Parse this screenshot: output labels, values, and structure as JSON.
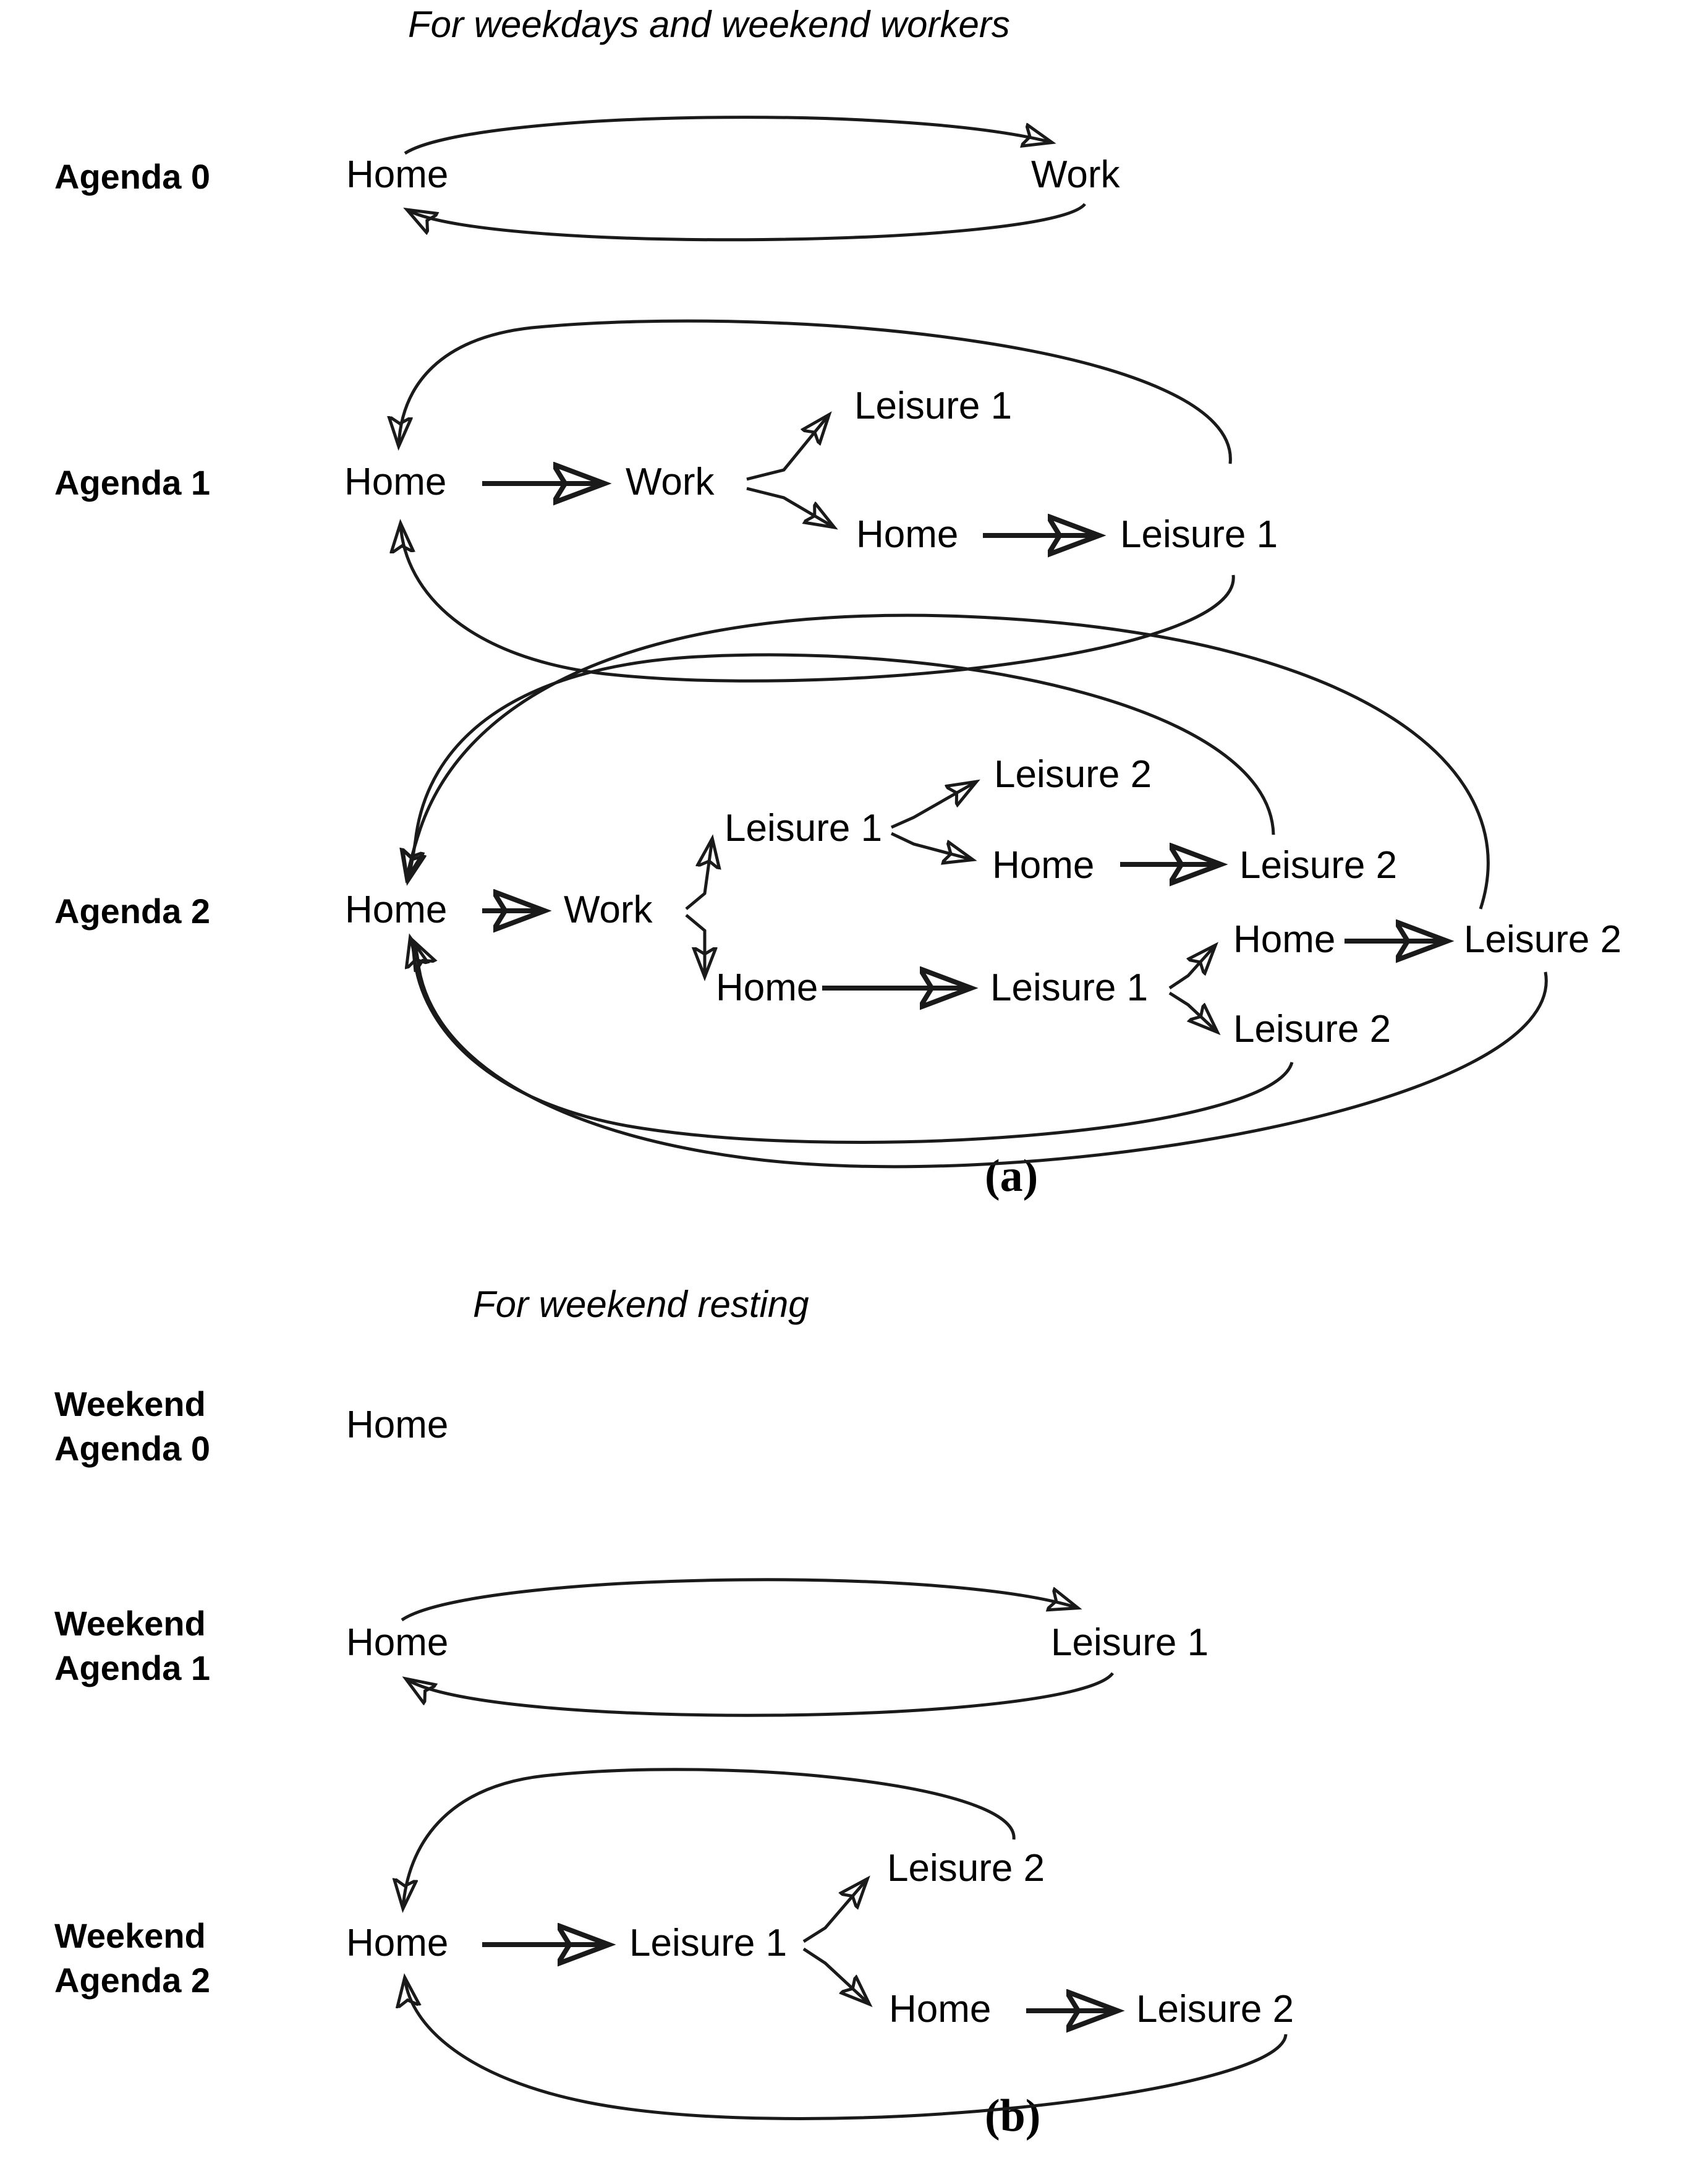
{
  "figure": {
    "panels": [
      {
        "id": "a",
        "label": "(a)",
        "title": "For weekdays and weekend workers",
        "rows": [
          {
            "label": "Agenda 0",
            "nodes": [
              "Home",
              "Work"
            ],
            "edges": [
              "Home -> Work",
              "Work -> Home"
            ]
          },
          {
            "label": "Agenda 1",
            "nodes": [
              "Home",
              "Work",
              "Leisure 1",
              "Home",
              "Leisure 1"
            ],
            "edges": [
              "Home -> Work",
              "Work -> Leisure 1",
              "Work -> Home",
              "Home -> Leisure 1",
              "Leisure 1 -> Home (return)",
              "Leisure 1 -> Home (return)"
            ]
          },
          {
            "label": "Agenda 2",
            "nodes": [
              "Home",
              "Work",
              "Leisure 1",
              "Leisure 2",
              "Home",
              "Leisure 2",
              "Home",
              "Leisure 1",
              "Home",
              "Leisure 2",
              "Leisure 2"
            ],
            "edges": [
              "Home -> Work",
              "Work -> Leisure 1",
              "Work -> Home",
              "Leisure 1 -> Leisure 2",
              "Leisure 1 -> Home",
              "Home -> Leisure 2",
              "Home -> Leisure 1",
              "Leisure 1 -> Home",
              "Leisure 1 -> Leisure 2",
              "Home -> Leisure 2",
              "Leisure 2 -> Home (return)",
              "Leisure 2 -> Home (return)",
              "Leisure 2 -> Home (return)",
              "Leisure 2 -> Home (return)"
            ]
          }
        ]
      },
      {
        "id": "b",
        "label": "(b)",
        "title": "For weekend resting",
        "rows": [
          {
            "label": "Weekend\nAgenda 0",
            "nodes": [
              "Home"
            ],
            "edges": []
          },
          {
            "label": "Weekend\nAgenda 1",
            "nodes": [
              "Home",
              "Leisure 1"
            ],
            "edges": [
              "Home -> Leisure 1",
              "Leisure 1 -> Home"
            ]
          },
          {
            "label": "Weekend\nAgenda 2",
            "nodes": [
              "Home",
              "Leisure 1",
              "Leisure 2",
              "Home",
              "Leisure 2"
            ],
            "edges": [
              "Home -> Leisure 1",
              "Leisure 1 -> Leisure 2",
              "Leisure 1 -> Home",
              "Home -> Leisure 2",
              "Leisure 2 -> Home (return)",
              "Leisure 2 -> Home (return)"
            ]
          }
        ]
      }
    ]
  },
  "titles": {
    "weekday": "For weekdays and weekend workers",
    "weekend": "For weekend resting"
  },
  "panel_labels": {
    "a": "(a)",
    "b": "(b)"
  },
  "row_labels": {
    "agenda0": "Agenda 0",
    "agenda1": "Agenda 1",
    "agenda2": "Agenda 2",
    "weekend0": "Weekend\nAgenda 0",
    "weekend1": "Weekend\nAgenda 1",
    "weekend2": "Weekend\nAgenda 2"
  },
  "node_labels": {
    "home": "Home",
    "work": "Work",
    "leisure1": "Leisure 1",
    "leisure2": "Leisure 2"
  },
  "a0": {
    "home": "Home",
    "work": "Work"
  },
  "a1": {
    "home": "Home",
    "work": "Work",
    "leisure1_top": "Leisure 1",
    "home_bot": "Home",
    "leisure1_bot": "Leisure 1"
  },
  "a2": {
    "home": "Home",
    "work": "Work",
    "leisure1_up": "Leisure 1",
    "leisure2_up": "Leisure 2",
    "home_up": "Home",
    "leisure2_up2": "Leisure 2",
    "home_low": "Home",
    "leisure1_low": "Leisure 1",
    "home_far": "Home",
    "leisure2_far": "Leisure 2",
    "leisure2_low": "Leisure 2"
  },
  "w0": {
    "home": "Home"
  },
  "w1": {
    "home": "Home",
    "leisure1": "Leisure 1"
  },
  "w2": {
    "home": "Home",
    "leisure1": "Leisure 1",
    "leisure2_top": "Leisure 2",
    "home_bot": "Home",
    "leisure2_bot": "Leisure 2"
  },
  "colors": {
    "stroke": "#1a1a1a",
    "text": "#000000",
    "background": "#ffffff"
  }
}
